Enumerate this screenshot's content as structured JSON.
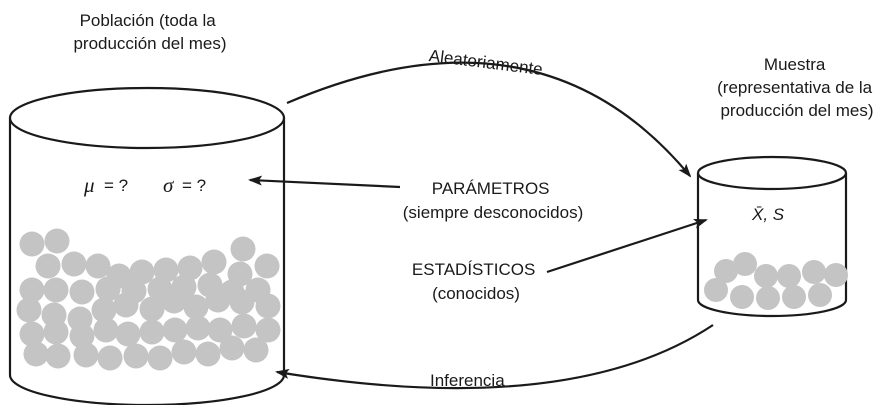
{
  "population": {
    "label_lines": [
      "Población (toda la",
      "producción del mes)"
    ],
    "params_expr": {
      "mu_symbol": "μ",
      "mu_eq": "= ?",
      "sigma_symbol": "σ",
      "sigma_eq": "= ?"
    }
  },
  "sample": {
    "label_lines": [
      "Muestra",
      "(representativa de la",
      "producción del mes)"
    ],
    "stats_expr": "X̄, S"
  },
  "arrows": {
    "top_label": "Aleatoriamente",
    "bottom_label": "Inferencia"
  },
  "center_labels": {
    "parametros_lines": [
      "PARÁMETROS",
      "(siempre desconocidos)"
    ],
    "estadisticos_lines": [
      "ESTADÍSTICOS",
      "(conocidos)"
    ]
  },
  "colors": {
    "stroke": "#1a1a1a",
    "ball_fill": "#c4c4c4",
    "background": "#ffffff"
  }
}
